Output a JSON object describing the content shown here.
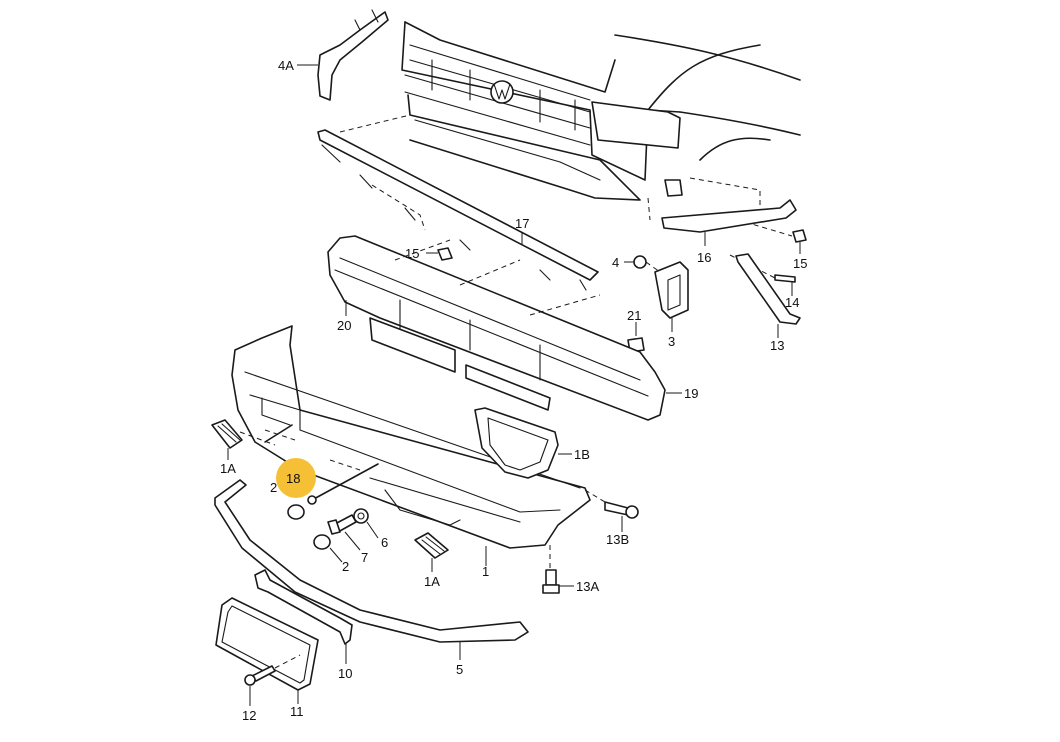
{
  "highlight_color": "#f5c035",
  "callouts": {
    "c4A": "4A",
    "c17": "17",
    "c15_left": "15",
    "c4": "4",
    "c16": "16",
    "c15_right": "15",
    "c14": "14",
    "c20": "20",
    "c21": "21",
    "c3": "3",
    "c13": "13",
    "c19": "19",
    "c1B": "1B",
    "c1A_left": "1A",
    "c18": "18",
    "c2_upper": "2",
    "c13B": "13B",
    "c6": "6",
    "c7": "7",
    "c2_lower": "2",
    "c1A_lower": "1A",
    "c1": "1",
    "c13A": "13A",
    "c5": "5",
    "c10": "10",
    "c11": "11",
    "c12": "12"
  }
}
